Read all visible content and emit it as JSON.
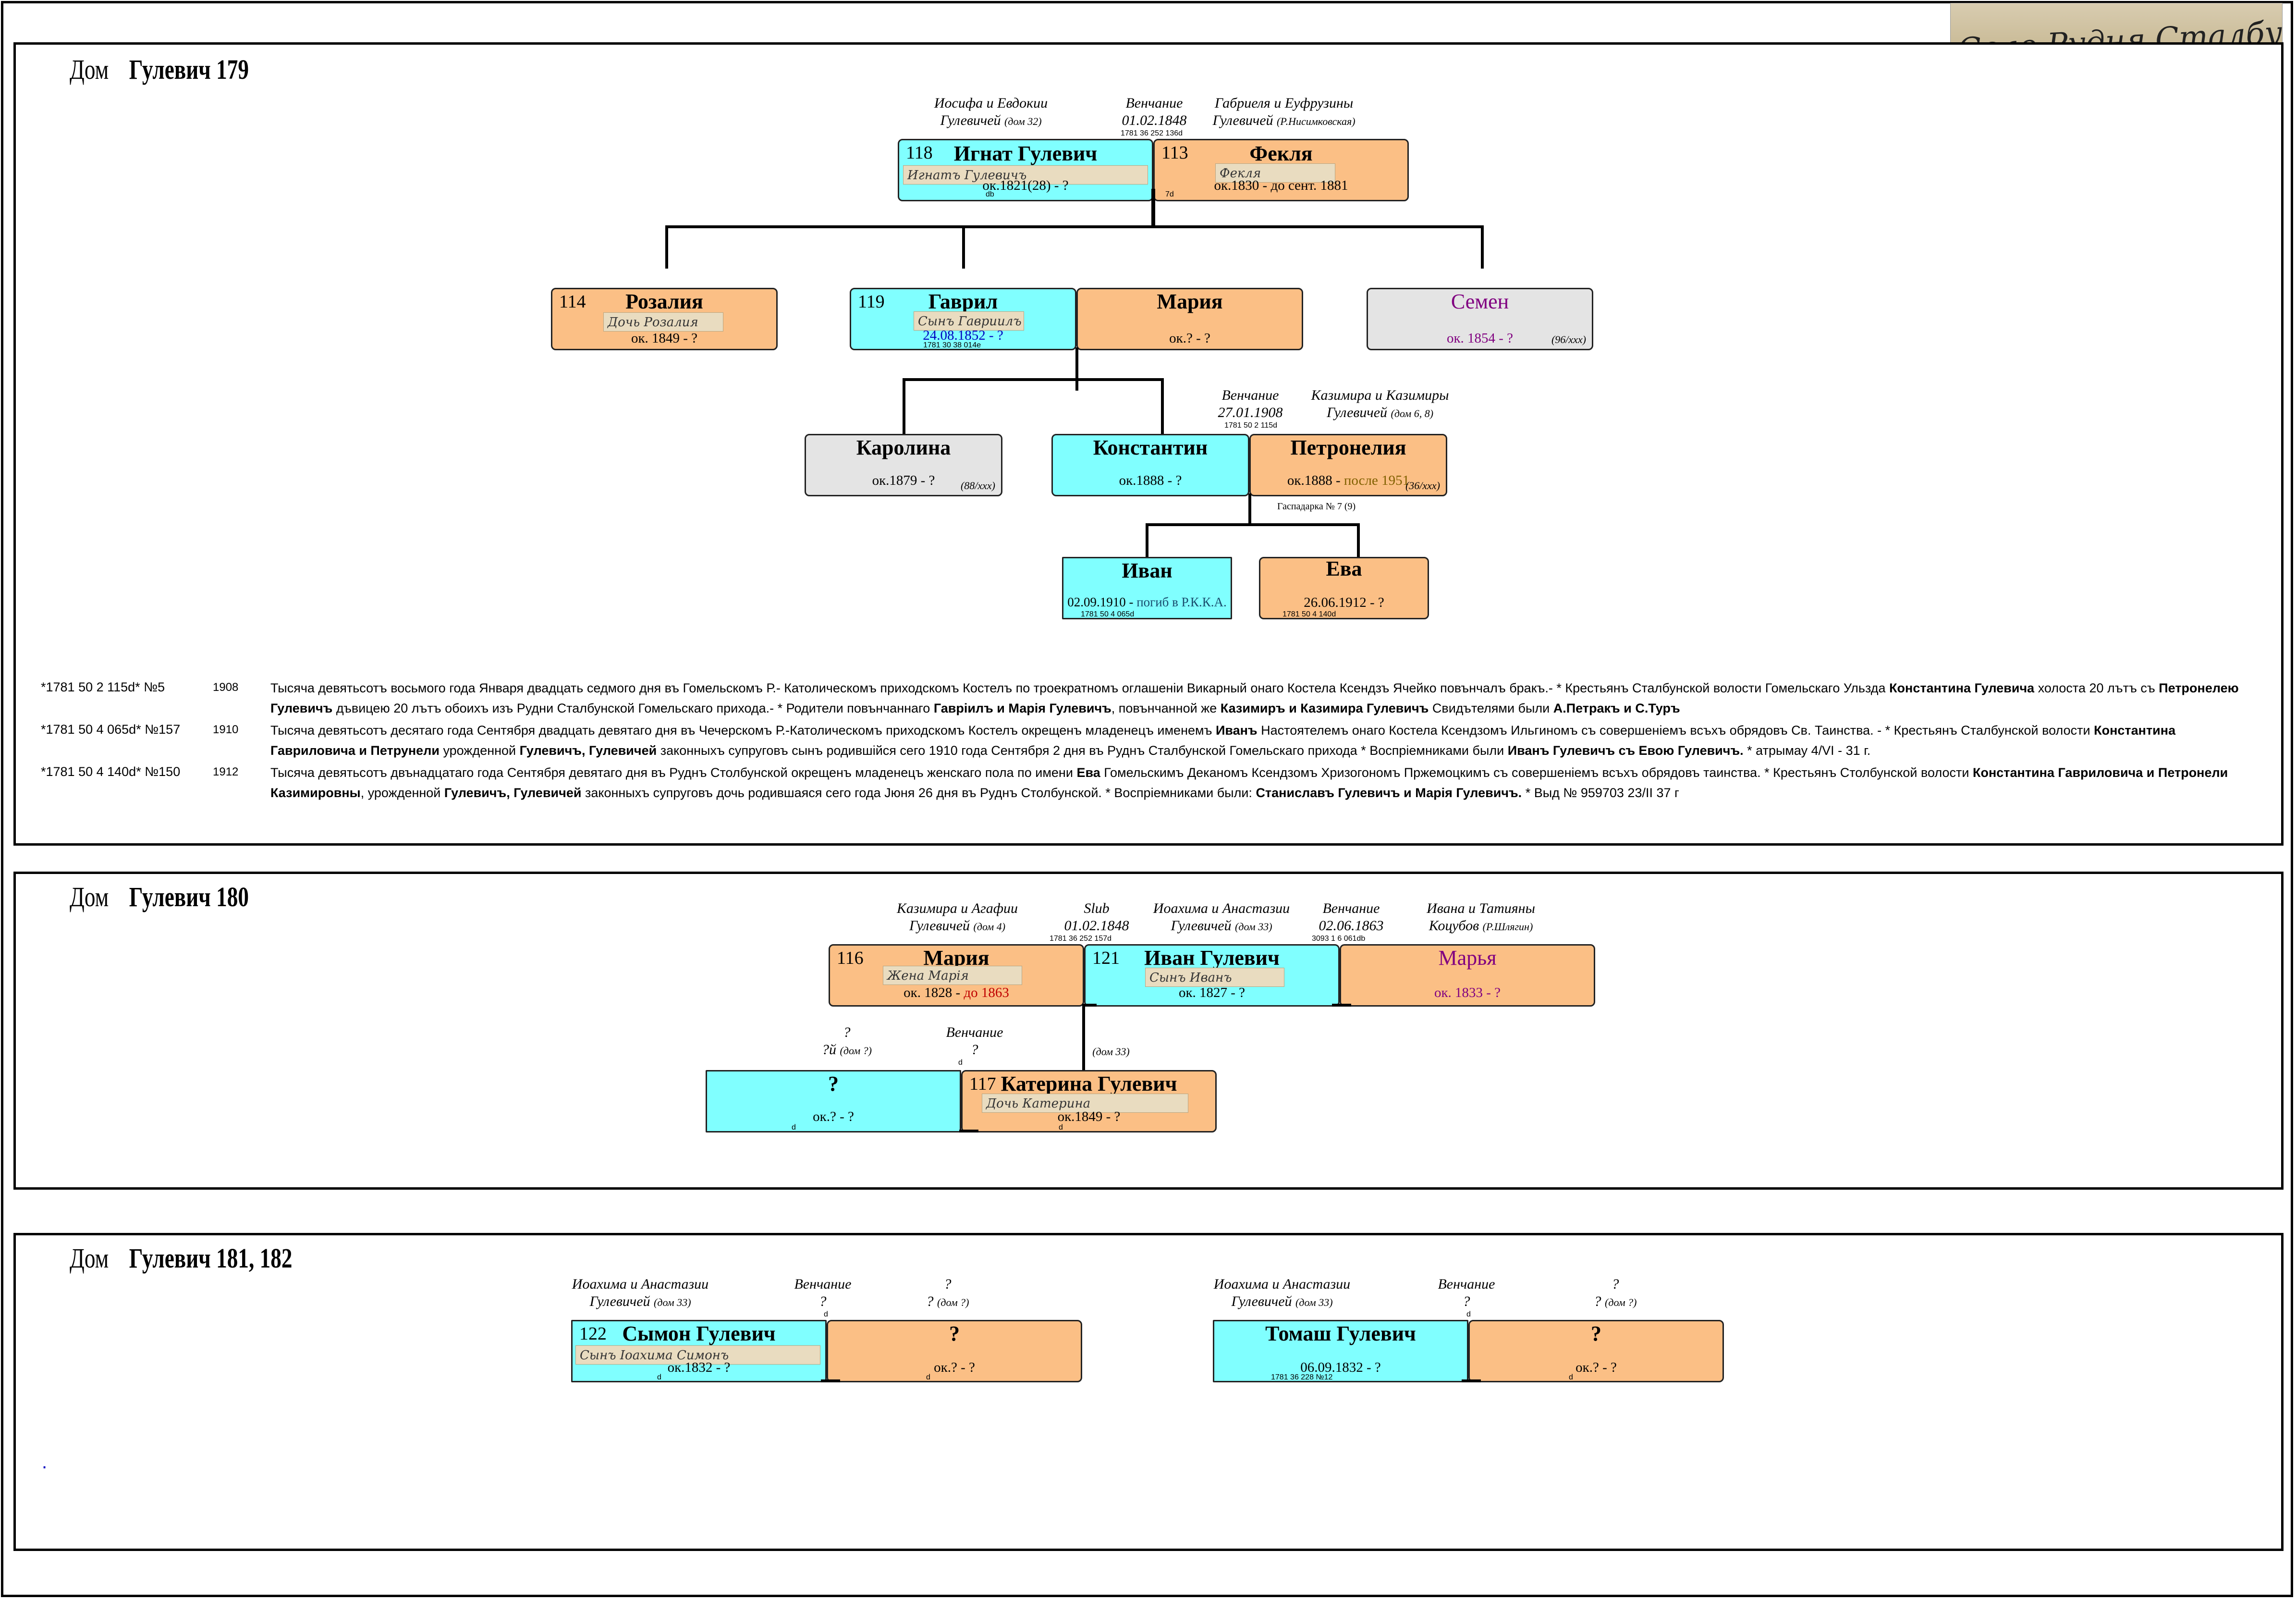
{
  "stamp": {
    "text": "Село Рудня Сталбунска"
  },
  "house179": {
    "label": "Дом",
    "name": "Гулевич 179",
    "cap_parents_left": "Иосифа и Евдокии",
    "cap_parents_left2": "Гулевичей",
    "cap_parents_left_note": "(дом 32)",
    "cap_wedding": "Венчание",
    "cap_wedding_date": "01.02.1848",
    "cap_wedding_ref": "1781 36 252 136d",
    "cap_parents_right": "Габриеля и Еуфрузины",
    "cap_parents_right2": "Гулевичей",
    "cap_parents_right_note": "(Р.Нисимковская)",
    "ignat": {
      "num": "118",
      "name": "Игнат Гулевич",
      "sig": "Игнатъ Гулевичъ",
      "dates": "ок.1821(28) - ?",
      "ref": "db"
    },
    "fekla": {
      "num": "113",
      "name": "Фекля",
      "sig": "Фекля",
      "dates_a": "ок.1830 - ",
      "dates_b": "до сент. 1881",
      "ref": "7d"
    },
    "rozaliya": {
      "num": "114",
      "name": "Розалия",
      "sig": "Дочь Розалия",
      "dates": "ок. 1849 - ?"
    },
    "gavril": {
      "num": "119",
      "name": "Гаврил",
      "sig": "Сынъ Гавриилъ",
      "dates": "24.08.1852 - ?",
      "ref": "1781 30 38 014e"
    },
    "mariya": {
      "name": "Мария",
      "dates": "ок.? - ?"
    },
    "semen": {
      "name": "Семен",
      "dates": "ок. 1854 - ?",
      "note": "(96/xxx)"
    },
    "cap2_wedding": "Венчание",
    "cap2_wedding_date": "27.01.1908",
    "cap2_wedding_ref": "1781 50 2 115d",
    "cap2_parents": "Казимира и Казимиры",
    "cap2_parents2": "Гулевичей",
    "cap2_parents_note": "(дом 6, 8)",
    "karolina": {
      "name": "Каролина",
      "dates": "ок.1879 - ?",
      "note": "(88/xxx)"
    },
    "konstantin": {
      "name": "Константин",
      "dates": "ок.1888 - ?"
    },
    "petroneliya": {
      "name": "Петронелия",
      "dates_a": "ок.1888 - ",
      "dates_b": "после 1951",
      "note": "(36/xxx)"
    },
    "household_note": "Гаспадарка № 7 (9)",
    "ivan": {
      "name": "Иван",
      "dates_a": "02.09.1910 - ",
      "dates_b": "погиб в Р.К.К.А.",
      "ref": "1781 50 4 065d"
    },
    "eva": {
      "name": "Ева",
      "dates": "26.06.1912 - ?",
      "ref": "1781 50 4 140d"
    },
    "records": [
      {
        "ref": "*1781 50 2 115d* №5",
        "year": "1908"
      },
      {
        "ref": "*1781 50 4 065d* №157",
        "year": "1910"
      },
      {
        "ref": "*1781 50 4 140d* №150",
        "year": "1912"
      }
    ],
    "rec1": {
      "t1": "Тысяча девятьсотъ восьмого года Января двадцать седмого дня въ Гомельскомъ Р.- Католическомъ приходскомъ Костелъ по троекратномъ оглашеніи Викарный онаго Костела Ксендзъ Ячейко повънчалъ бракъ.- * Крестьянъ Сталбунской волости Гомельскаго Ульзда ",
      "b1": "Константина Гулевича",
      "t2": " холоста 20 лътъ съ ",
      "b2": "Петронелею Гулевичъ",
      "t3": " дъвицею 20 лътъ обоихъ изъ Рудни Сталбунской Гомельскаго прихода.- * Родители повънчаннаго ",
      "b3": "Гавріилъ и Марія Гулевичъ",
      "t4": ",  повънчанной же ",
      "b4": "Казимиръ и Казимира Гулевичъ",
      "t5": " Свидътелями были ",
      "b5": "А.Петракъ и С.Туръ"
    },
    "rec2": {
      "t1": "Тысяча девятьсотъ десятаго года Сентября двадцать девятаго дня въ Чечерскомъ Р.-Католическомъ приходскомъ Костелъ окрещенъ младенецъ именемъ ",
      "b1": "Иванъ",
      "t2": " Настоятелемъ онаго Костела Ксендзомъ Ильгиномъ съ совершеніемъ всъхъ обрядовъ Св. Таинства. - * Крестьянъ Сталбунской волости ",
      "b2": "Константина Гавриловича и Петрунели",
      "t3": " урожденной ",
      "b3": "Гулевичъ, Гулевичей",
      "t4": " законныхъ супруговъ сынъ родившійся сего 1910 года Сентября 2 дня въ Руднъ Сталбунской Гомельскаго прихода * Воспріемниками были ",
      "b4": "Иванъ Гулевичъ съ Евою Гулевичъ.",
      "t5": " * атрымау 4/VI - 31 г."
    },
    "rec3": {
      "t1": "Тысяча девятьсотъ двънадцатаго года Сентября девятаго дня въ Руднъ Столбунской окрещенъ младенецъ женскаго пола по имени ",
      "b1": "Ева",
      "t2": " Гомельскимъ Деканомъ Ксендзомъ Хризогономъ Пржемоцкимъ съ совершеніемъ всъхъ обрядовъ таинства. * Крестьянъ Столбунской волости ",
      "b2": "Константина Гавриловича и Петронели Казимировны",
      "t3": ",  урожденной ",
      "b3": "Гулевичъ, Гулевичей",
      "t4": " законныхъ супруговъ дочь родившаяся сего года Јюня 26 дня въ Руднъ Столбунской. * Воспріемниками были: ",
      "b4": "Станиславъ Гулевичъ и Марія Гулевичъ.",
      "t5": " * Выд № 959703 23/II 37 г"
    }
  },
  "house180": {
    "label": "Дом",
    "name": "Гулевич 180",
    "capA1": "Казимира и Агафии",
    "capA2": "Гулевичей",
    "capA_note": "(дом 4)",
    "capB1": "Slub",
    "capB2": "01.02.1848",
    "capB_ref": "1781 36 252 157d",
    "capC1": "Иоахима и Анастазии",
    "capC2": "Гулевичей",
    "capC_note": "(дом 33)",
    "capD1": "Венчание",
    "capD2": "02.06.1863",
    "capD_ref": "3093 1 6 061db",
    "capE1": "Ивана и Татияны",
    "capE2": "Коцубов",
    "capE_note": "(Р.Шлягин)",
    "mariya": {
      "num": "116",
      "name": "Мария",
      "sig": "Жена Марія",
      "dates_a": "ок. 1828 - ",
      "dates_b": "до 1863"
    },
    "ivan": {
      "num": "121",
      "name": "Иван Гулевич",
      "sig": "Сынъ Иванъ",
      "dates": "ок. 1827 - ?"
    },
    "marya": {
      "name": "Марья",
      "dates": "ок. 1833 - ?"
    },
    "capF1": "?",
    "capF2": "?й",
    "capF_note": "(дом ?)",
    "capG1": "Венчание",
    "capG2": "?",
    "capG_ref": "d",
    "house_note": "(дом 33)",
    "unknown": {
      "name": "?",
      "dates": "ок.? - ?",
      "ref": "d"
    },
    "katerina": {
      "num": "117",
      "name": "Катерина Гулевич",
      "sig": "Дочь Катерина",
      "dates": "ок.1849 - ?",
      "ref": "d"
    }
  },
  "house181": {
    "label": "Дом",
    "name": "Гулевич 181, 182",
    "capA1": "Иоахима и Анастазии",
    "capA2": "Гулевичей",
    "capA_note": "(дом 33)",
    "capB1": "Венчание",
    "capB2": "?",
    "capB_ref": "d",
    "capC1": "?",
    "capC2": "?",
    "capC_note": "(дом ?)",
    "capD1": "Иоахима и Анастазии",
    "capD2": "Гулевичей",
    "capD_note": "(дом 33)",
    "capE1": "Венчание",
    "capE2": "?",
    "capE_ref": "d",
    "capF1": "?",
    "capF2": "?",
    "capF_note": "(дом ?)",
    "symon": {
      "num": "122",
      "name": "Сымон Гулевич",
      "sig": "Сынъ Іоахима Симонъ",
      "dates": "ок.1832 - ?",
      "ref": "d"
    },
    "spouse1": {
      "name": "?",
      "dates": "ок.? - ?",
      "ref": "d"
    },
    "tomash": {
      "name": "Томаш Гулевич",
      "dates": "06.09.1832 - ?",
      "ref": "1781 36 228 №12"
    },
    "spouse2": {
      "name": "?",
      "dates": "ок.? - ?",
      "ref": "d"
    },
    "dot": "."
  },
  "colors": {
    "male": "#80ffff",
    "female": "#fbbf85",
    "unknown": "#e4e4e4",
    "accent_purple": "#800080",
    "accent_red": "#c00000"
  }
}
